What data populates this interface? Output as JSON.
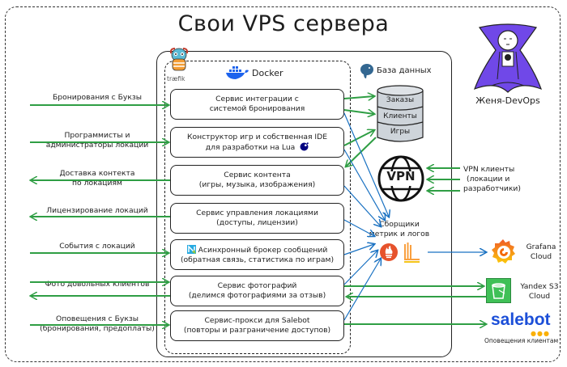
{
  "title": "Свои VPS сервера",
  "colors": {
    "green_arrow": "#2f9e44",
    "blue_arrow": "#1971c2",
    "devops_purple": "#7048e8",
    "grafana_orange": "#f46800",
    "prometheus_red": "#e6522c",
    "s3_green": "#40c057",
    "salebot_blue": "#1c4fd8",
    "salebot_dots": "#fab005",
    "docker_blue": "#1d63ed",
    "postgres_blue": "#336791",
    "db_gray": "#ced4da"
  },
  "docker": {
    "label": "Docker",
    "proxy_label": "træfik"
  },
  "database": {
    "label": "База данных",
    "tables": [
      "Заказы",
      "Клиенты",
      "Игры"
    ]
  },
  "services": [
    {
      "lines": [
        "Сервис интеграции с",
        "системой бронирования"
      ]
    },
    {
      "lines": [
        "Конструктор игр и собственная IDE",
        "для разработки на Lua"
      ]
    },
    {
      "lines": [
        "Сервис контента",
        "(игры, музыка, изображения)"
      ]
    },
    {
      "lines": [
        "Сервис управления локациями",
        "(доступы, лицензии)"
      ]
    },
    {
      "lines": [
        "Асинхронный брокер сообщений",
        "(обратная связь, статистика по играм)"
      ]
    },
    {
      "lines": [
        "Сервис фотографий",
        "(делимся фотографиями за отзыв)"
      ]
    },
    {
      "lines": [
        "Сервис-прокси для Salebot",
        "(повторы и разграничение доступов)"
      ]
    }
  ],
  "left_flows": [
    {
      "lines": [
        "Бронирования с Букзы"
      ],
      "direction": "in"
    },
    {
      "lines": [
        "Программисты и",
        "администраторы локаций"
      ],
      "direction": "in"
    },
    {
      "lines": [
        "Доставка контекта",
        "по локациям"
      ],
      "direction": "out"
    },
    {
      "lines": [
        "Лицензирование локаций"
      ],
      "direction": "out"
    },
    {
      "lines": [
        "События с локаций"
      ],
      "direction": "in"
    },
    {
      "lines": [
        "Фото довольных клиентов"
      ],
      "direction": "both"
    },
    {
      "lines": [
        "Оповещения с Букзы",
        "(бронирования, предоплаты)"
      ],
      "direction": "in"
    }
  ],
  "vpn": {
    "icon_text": "VPN",
    "clients_lines": [
      "VPN клиенты",
      "(локации и",
      "разработчики)"
    ]
  },
  "collectors": {
    "lines": [
      "Сборщики",
      "метрик и логов"
    ]
  },
  "externals": {
    "grafana": [
      "Grafana",
      "Cloud"
    ],
    "s3": [
      "Yandex S3",
      "Cloud"
    ],
    "salebot": {
      "logo": "salebot",
      "caption": "Оповещения клиентам"
    }
  },
  "devops": {
    "name": "Женя-DevOps"
  }
}
